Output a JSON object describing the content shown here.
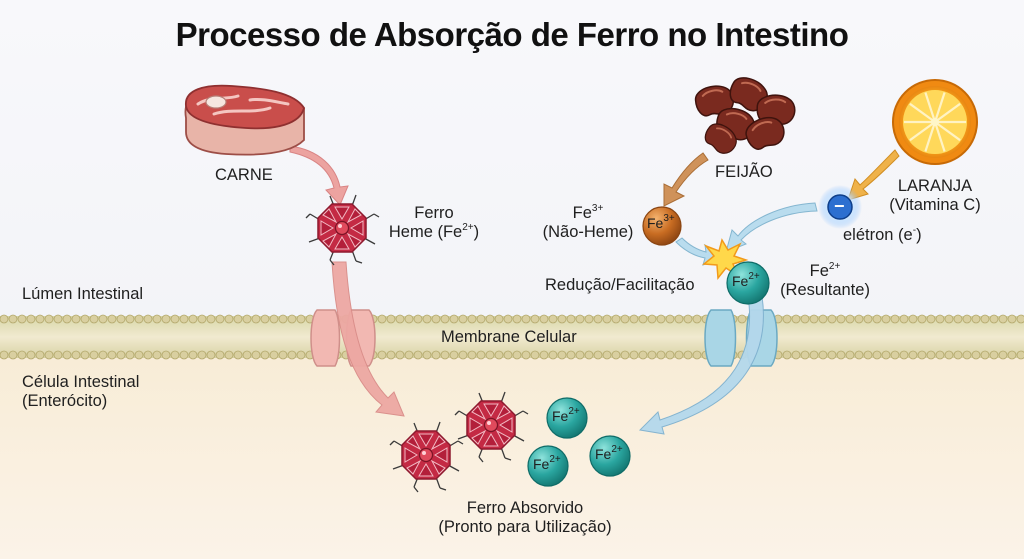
{
  "title": "Processo de Absorção de Ferro no Intestino",
  "regions": {
    "lumen": "Lúmen Intestinal",
    "membrane": "Membrane Celular",
    "cell_line1": "Célula Intestinal",
    "cell_line2": "(Enterócito)"
  },
  "sources": {
    "meat": "CARNE",
    "beans": "FEIJÃO",
    "orange_line1": "LARANJA",
    "orange_line2": "(Vitamina C)"
  },
  "heme": {
    "line1": "Ferro",
    "line2_prefix": "Heme (Fe",
    "charge": "2+",
    "line2_suffix": ")"
  },
  "nonheme": {
    "line1_prefix": "Fe",
    "charge": "3+",
    "line2": "(Não-Heme)"
  },
  "electron": {
    "symbol": "−",
    "label_prefix": "elétron (e",
    "charge": "-",
    "label_suffix": ")"
  },
  "reduction": "Redução/Facilitação",
  "resultant": {
    "line1_prefix": "Fe",
    "charge": "2+",
    "line2": "(Resultante)"
  },
  "ions": {
    "fe3": "Fe",
    "fe3_charge": "3+",
    "fe2": "Fe",
    "fe2_charge": "2+"
  },
  "absorbed": {
    "line1": "Ferro Absorvido",
    "line2": "(Pronto para Utilização)"
  },
  "colors": {
    "lumen_bg": "#f6f7fb",
    "cell_bg": "#f8ebd5",
    "membrane": "#cfcf9a",
    "heme_arrow": "#e79a9a",
    "transport_arrow": "#b4d8ec",
    "bean_arrow": "#c88a52",
    "orange_arrow": "#e6a23a",
    "fe2_ion": "#2aa6a0",
    "fe3_ion": "#c46a25",
    "heme_molecule": "#b8243c"
  }
}
